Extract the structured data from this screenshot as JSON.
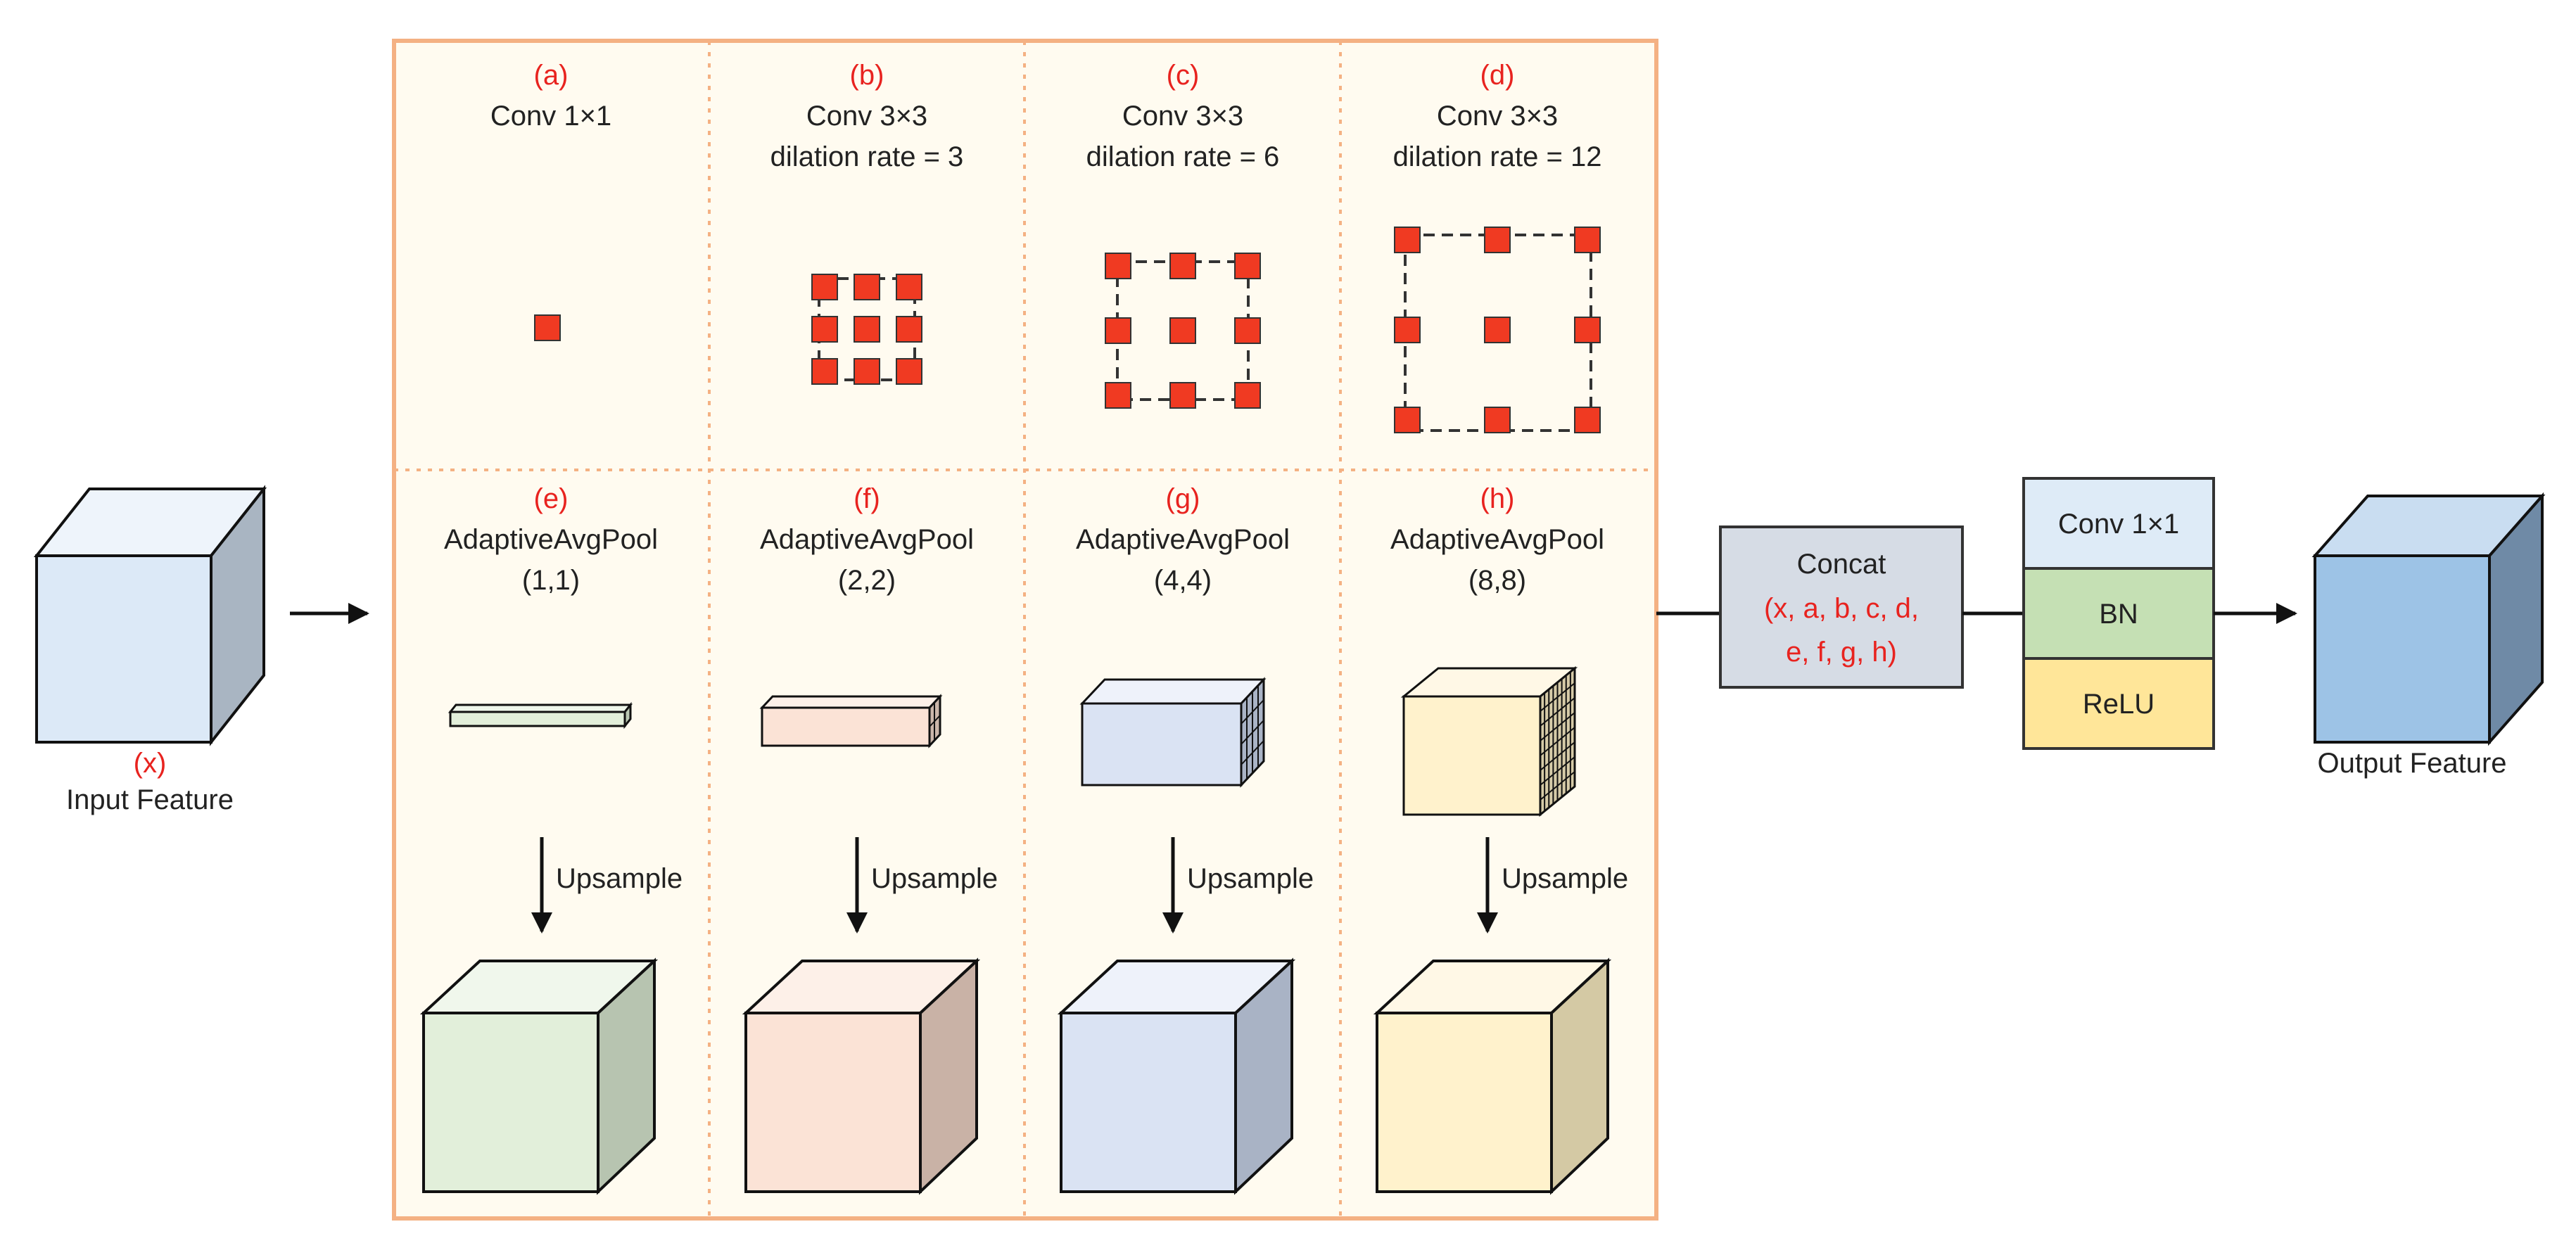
{
  "input": {
    "marker": "(x)",
    "label": "Input Feature"
  },
  "conv_branches": [
    {
      "marker": "(a)",
      "title": "Conv 1×1",
      "subtitle": ""
    },
    {
      "marker": "(b)",
      "title": "Conv 3×3",
      "subtitle": "dilation rate = 3"
    },
    {
      "marker": "(c)",
      "title": "Conv 3×3",
      "subtitle": "dilation rate = 6"
    },
    {
      "marker": "(d)",
      "title": "Conv 3×3",
      "subtitle": "dilation rate = 12"
    }
  ],
  "pool_branches": [
    {
      "marker": "(e)",
      "title": "AdaptiveAvgPool",
      "size": "(1,1)",
      "upsample": "Upsample",
      "color": "#e2efda"
    },
    {
      "marker": "(f)",
      "title": "AdaptiveAvgPool",
      "size": "(2,2)",
      "upsample": "Upsample",
      "color": "#fbe3d6"
    },
    {
      "marker": "(g)",
      "title": "AdaptiveAvgPool",
      "size": "(4,4)",
      "upsample": "Upsample",
      "color": "#dae3f3"
    },
    {
      "marker": "(h)",
      "title": "AdaptiveAvgPool",
      "size": "(8,8)",
      "upsample": "Upsample",
      "color": "#fff2cc"
    }
  ],
  "concat": {
    "title": "Concat",
    "items_line1": "(x, a, b, c, d,",
    "items_line2": "e, f, g, h)"
  },
  "head_layers": [
    {
      "label": "Conv 1×1",
      "color": "#deebf7"
    },
    {
      "label": "BN",
      "color": "#c5e0b4"
    },
    {
      "label": "ReLU",
      "color": "#ffe699"
    }
  ],
  "output": {
    "label": "Output Feature"
  },
  "colors": {
    "frame": "#f4b183",
    "panel_bg": "#fffbf0",
    "accent_red": "#e8231f",
    "kernel_red": "#f03a22",
    "input_cube": "#dce9f7",
    "output_cube": "#9dc3e6",
    "concat_bg": "#d6dce5"
  }
}
